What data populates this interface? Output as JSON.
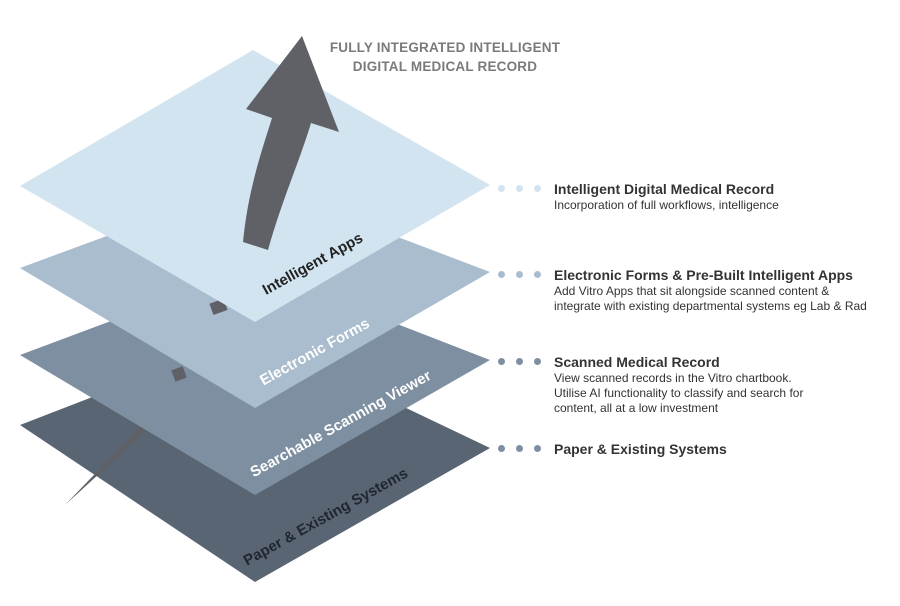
{
  "headline": {
    "line1": "FULLY INTEGRATED INTELLIGENT",
    "line2": "DIGITAL MEDICAL RECORD"
  },
  "layers": [
    {
      "label": "Intelligent Apps",
      "color": "#d3e4f1"
    },
    {
      "label": "Electronic Forms",
      "color": "#a9bdcf"
    },
    {
      "label": "Searchable Scanning Viewer",
      "color": "#7d8fa0"
    },
    {
      "label": "Paper & Existing Systems",
      "color": "#5a6573"
    }
  ],
  "arrow_color": "#5f6166",
  "legend": [
    {
      "title": "Intelligent Digital Medical Record",
      "desc": [
        "Incorporation of full workflows, intelligence"
      ],
      "dot_color": "#d3e4f1"
    },
    {
      "title": "Electronic Forms & Pre-Built Intelligent Apps",
      "desc": [
        "Add Vitro Apps that sit alongside scanned content &",
        "integrate with existing departmental systems eg Lab & Rad"
      ],
      "dot_color": "#a9bdcf"
    },
    {
      "title": "Scanned Medical Record",
      "desc": [
        "View scanned records in the Vitro chartbook.",
        "Utilise AI functionality to classify and search for",
        "content, all at a low investment"
      ],
      "dot_color": "#7d8fa0"
    },
    {
      "title": "Paper & Existing Systems",
      "desc": [],
      "dot_color": "#7d8fa0"
    }
  ]
}
